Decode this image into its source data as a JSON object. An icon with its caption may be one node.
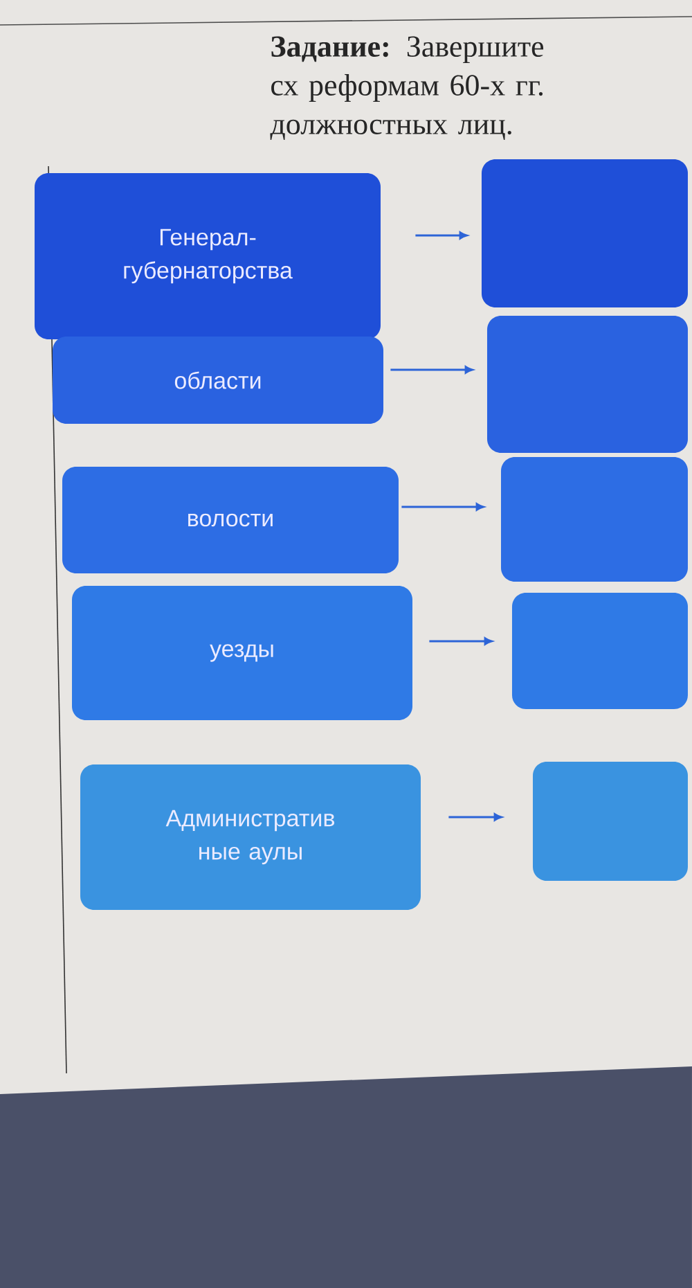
{
  "diagram": {
    "title": "**Задание:** Завершите сх реформам 60-х гг. должностных лиц.",
    "nodes": [
      {
        "text": [
          "Генерал-губернаторства"
        ]
      },
      {
        "text": [
          "области"
        ]
      },
      {
        "text": [
          "волости"
        ]
      },
      {
        "text": [
          "уезды"
        ]
      },
      {
        "text": [
          "Административ ные аулы"
        ]
      },
      {
        "text": [],
        "shape": "box"
      },
      {
        "text": [],
        "shape": "box"
      },
      {
        "text": [],
        "shape": "box"
      },
      {
        "text": [],
        "shape": "box"
      },
      {
        "text": [],
        "shape": "box"
      }
    ],
    "edges": [
      {
        "from": 0,
        "to": 5,
        "arrow": "to"
      },
      {
        "from": 1,
        "to": 6,
        "arrow": "to"
      },
      {
        "from": 2,
        "to": 7,
        "arrow": "to"
      },
      {
        "from": 3,
        "to": 8,
        "arrow": "to"
      },
      {
        "from": 4,
        "to": 9,
        "arrow": "to"
      }
    ]
  }
}
